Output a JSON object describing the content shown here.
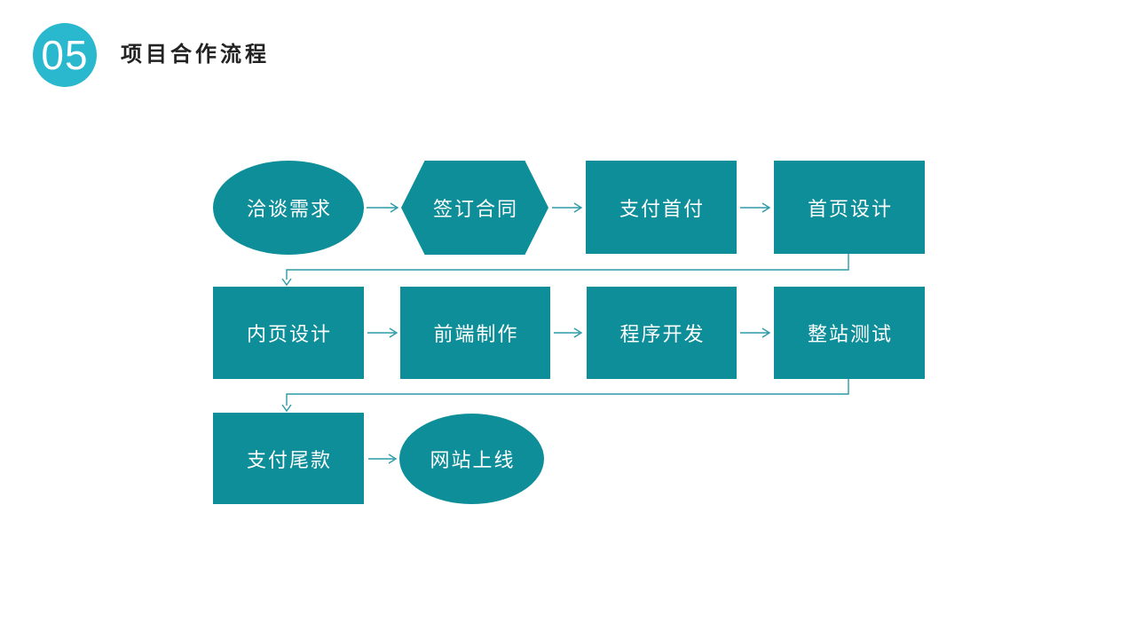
{
  "header": {
    "badge_number": "05",
    "title": "项目合作流程"
  },
  "flowchart": {
    "nodes": [
      {
        "label": "洽谈需求",
        "shape": "ellipse"
      },
      {
        "label": "签订合同",
        "shape": "hexagon"
      },
      {
        "label": "支付首付",
        "shape": "rectangle"
      },
      {
        "label": "首页设计",
        "shape": "rectangle"
      },
      {
        "label": "内页设计",
        "shape": "rectangle"
      },
      {
        "label": "前端制作",
        "shape": "rectangle"
      },
      {
        "label": "程序开发",
        "shape": "rectangle"
      },
      {
        "label": "整站测试",
        "shape": "rectangle"
      },
      {
        "label": "支付尾款",
        "shape": "rectangle"
      },
      {
        "label": "网站上线",
        "shape": "ellipse"
      }
    ]
  },
  "colors": {
    "shape_fill": "#0d8e99",
    "badge_fill": "#29b8cd",
    "connector_line": "#2d9aa8",
    "label_text": "#ffffff",
    "title_text": "#222222",
    "background": "#ffffff"
  }
}
